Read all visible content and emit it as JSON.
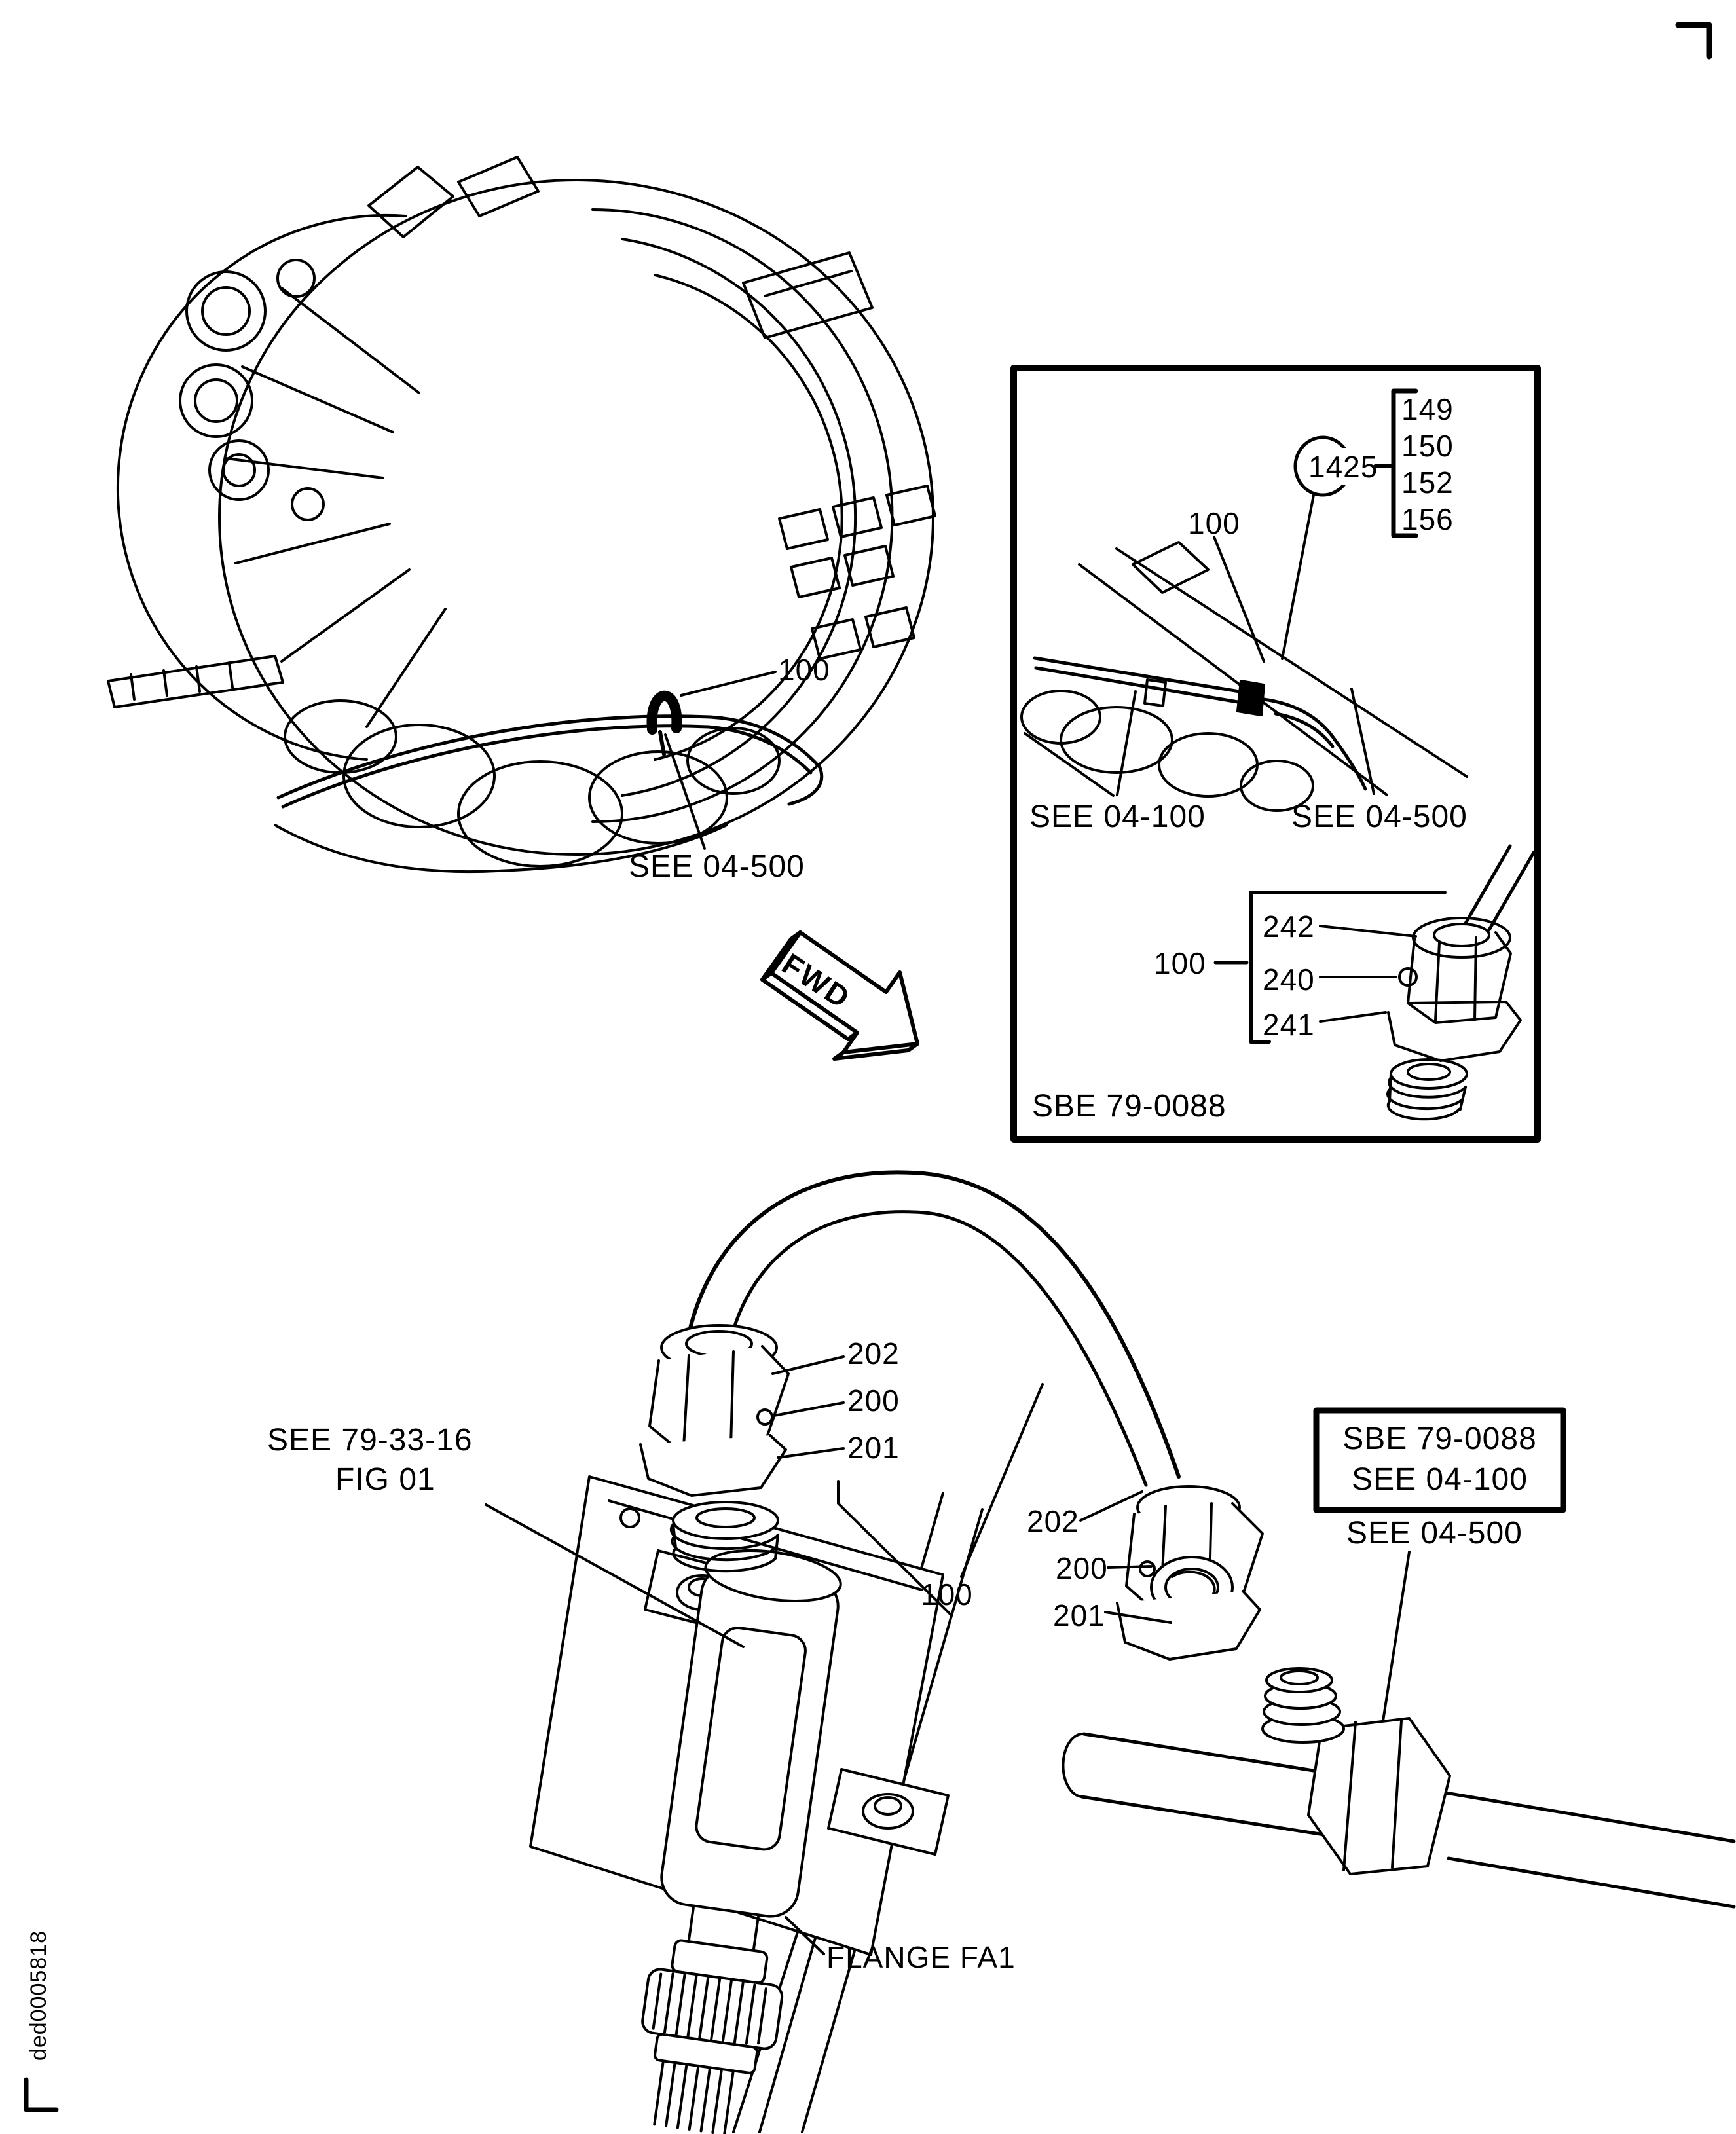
{
  "page": {
    "background": "#ffffff",
    "ink": "#000000",
    "doc_code": "ded0005818"
  },
  "main_view": {
    "label_100": "100",
    "see_ref": "SEE 04-500"
  },
  "fwd_arrow": {
    "label": "FWD"
  },
  "detail_box": {
    "callout": "1425",
    "item_list": [
      "149",
      "150",
      "152",
      "156"
    ],
    "label_100": "100",
    "see_left": "SEE 04-100",
    "see_right": "SEE 04-500",
    "fitting": {
      "label_100": "100",
      "p242": "242",
      "p240": "240",
      "p241": "241"
    },
    "code": "SBE 79-0088"
  },
  "bottom_view": {
    "left_fitting": {
      "p202": "202",
      "p200": "200",
      "p201": "201"
    },
    "right_fitting": {
      "p202": "202",
      "p200": "200",
      "p201": "201"
    },
    "hose_label": "100",
    "filter_ref_line1": "SEE 79-33-16",
    "filter_ref_line2": "FIG 01",
    "ref_box_line1": "SBE 79-0088",
    "ref_box_line2": "SEE 04-100",
    "see_ref": "SEE 04-500",
    "flange_label": "FLANGE FA1"
  }
}
